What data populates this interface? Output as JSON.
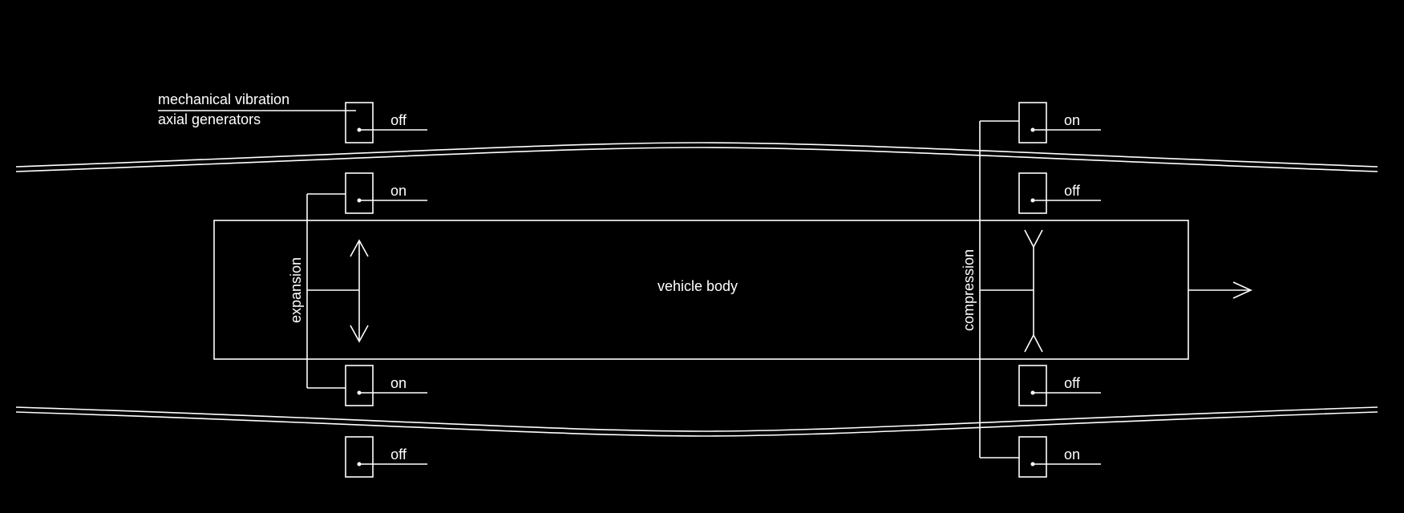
{
  "diagram": {
    "vehicle_label": "vehicle body",
    "generators_label_line1": "mechanical vibration",
    "generators_label_line2": "axial generators",
    "expansion_label": "expansion",
    "compression_label": "compression",
    "generators": [
      {
        "id": "left-1",
        "state": "off"
      },
      {
        "id": "left-2",
        "state": "on"
      },
      {
        "id": "left-3",
        "state": "on"
      },
      {
        "id": "left-4",
        "state": "off"
      },
      {
        "id": "right-1",
        "state": "on"
      },
      {
        "id": "right-2",
        "state": "off"
      },
      {
        "id": "right-3",
        "state": "off"
      },
      {
        "id": "right-4",
        "state": "on"
      }
    ],
    "colors": {
      "background": "#000000",
      "stroke": "#ffffff"
    }
  }
}
